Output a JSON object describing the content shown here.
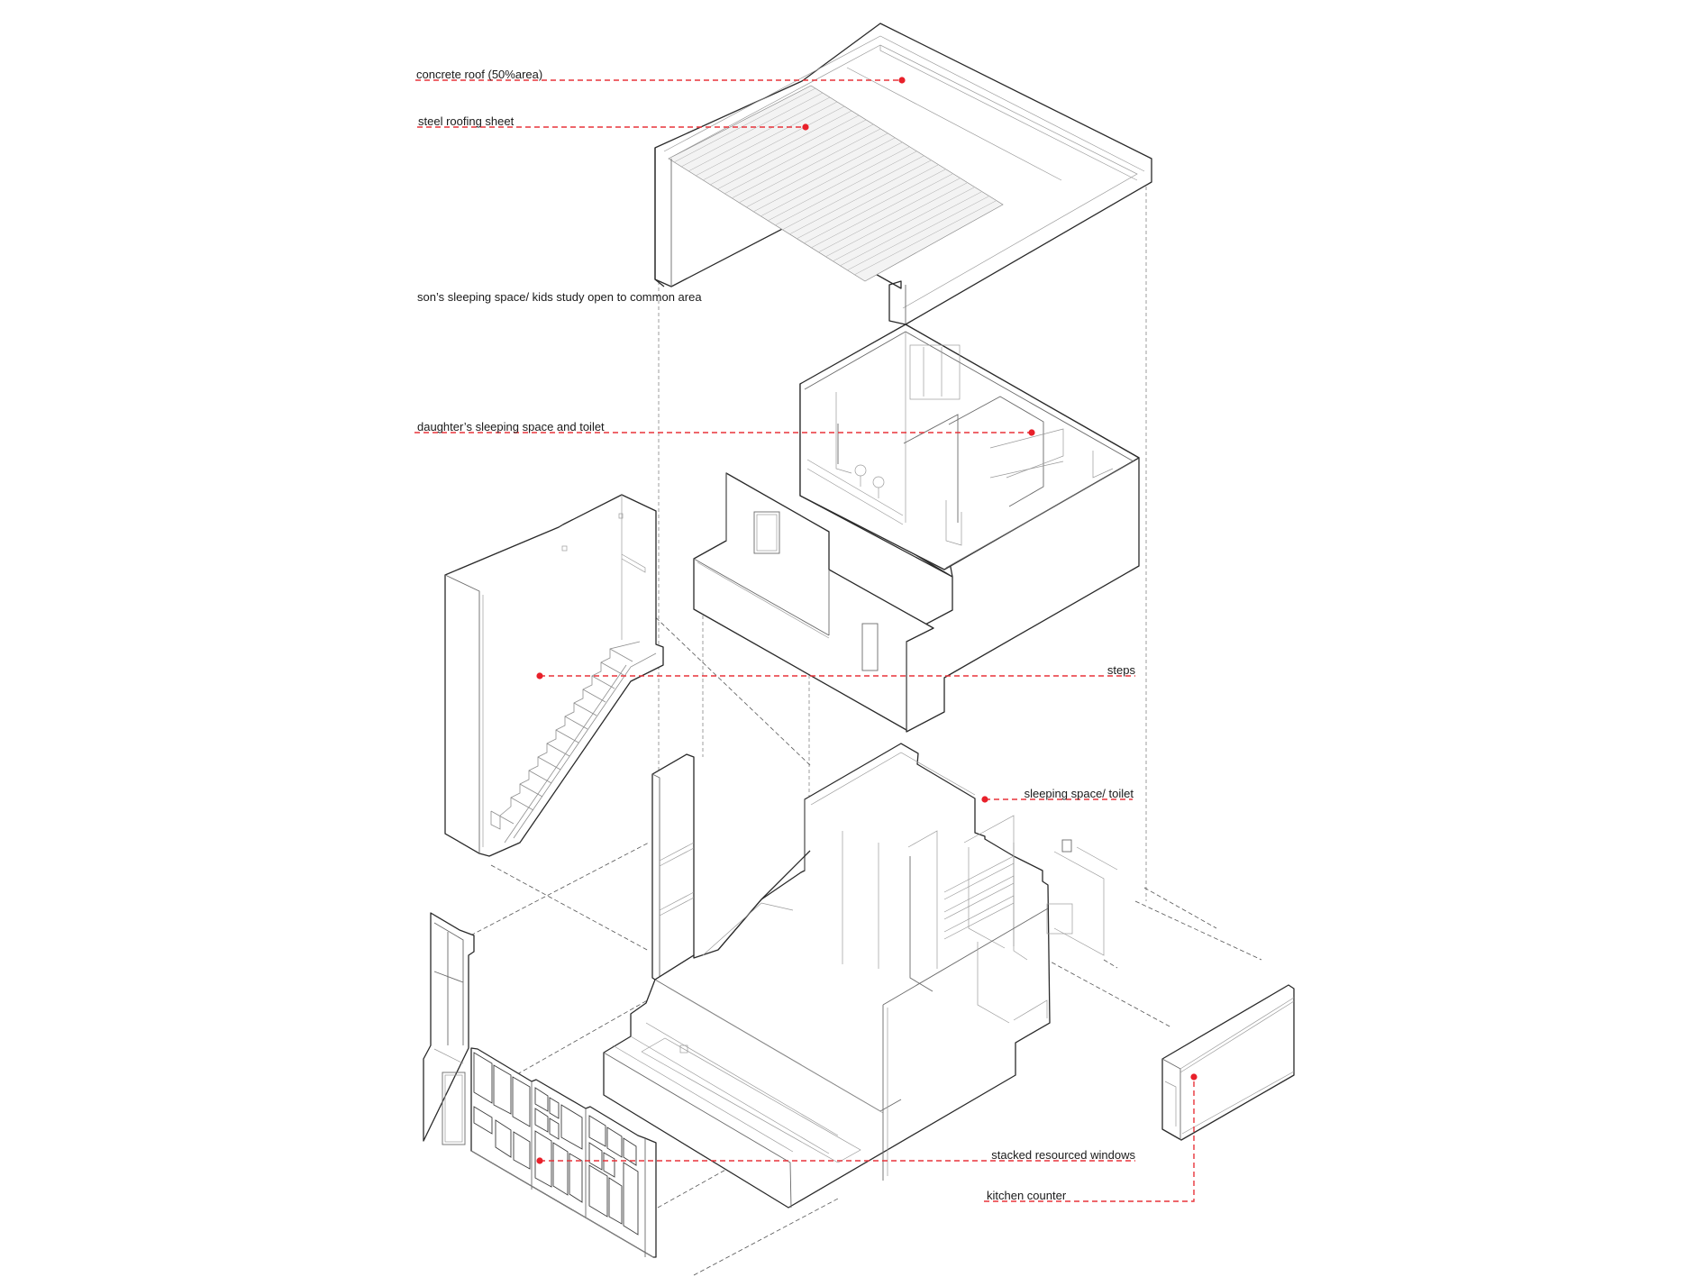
{
  "diagram": {
    "type": "exploded axonometric",
    "accent_color": "#e8202a",
    "line_color": "#2a2a2a",
    "background": "#ffffff"
  },
  "annotations": [
    {
      "id": "concrete-roof",
      "label": "concrete roof (50%area)",
      "side": "left"
    },
    {
      "id": "steel-roofing",
      "label": "steel roofing sheet",
      "side": "left"
    },
    {
      "id": "sons-space",
      "label": "son’s sleeping space/ kids study open to common area",
      "side": "left"
    },
    {
      "id": "daughters-space",
      "label": "daughter’s sleeping space and toilet",
      "side": "left"
    },
    {
      "id": "steps",
      "label": "steps",
      "side": "right"
    },
    {
      "id": "sleeping-toilet",
      "label": "sleeping space/ toilet",
      "side": "right"
    },
    {
      "id": "stacked-windows",
      "label": "stacked resourced windows",
      "side": "right"
    },
    {
      "id": "kitchen-counter",
      "label": "kitchen counter",
      "side": "right"
    }
  ],
  "components": [
    {
      "name": "roof",
      "parts": [
        "concrete roof (50%area)",
        "steel roofing sheet"
      ]
    },
    {
      "name": "upper floor",
      "parts": [
        "son’s sleeping space/ kids study open to common area",
        "daughter’s sleeping space and toilet"
      ]
    },
    {
      "name": "stair wall",
      "parts": [
        "steps"
      ]
    },
    {
      "name": "ground floor",
      "parts": [
        "sleeping space/ toilet"
      ]
    },
    {
      "name": "window wall",
      "parts": [
        "stacked resourced windows"
      ]
    },
    {
      "name": "counter block",
      "parts": [
        "kitchen counter"
      ]
    }
  ]
}
